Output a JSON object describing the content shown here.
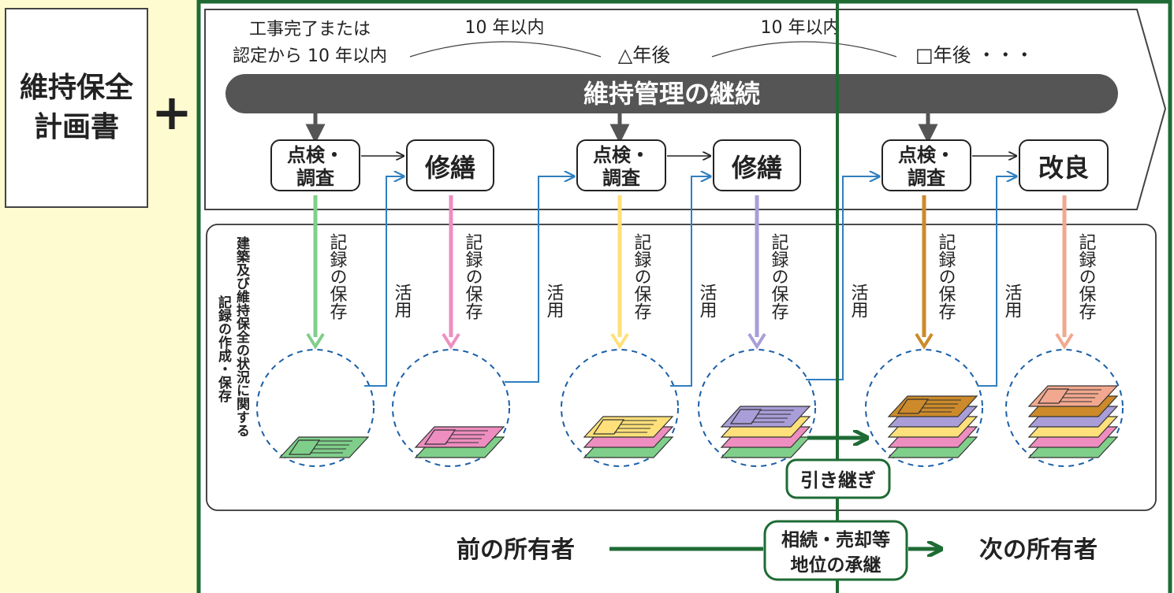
{
  "plan": {
    "line1": "維持保全",
    "line2": "計画書",
    "plus": "+"
  },
  "timeline": {
    "start_line1": "工事完了または",
    "start_line2": "認定から 10 年以内",
    "interval1": "10 年以内",
    "mid": "△年後",
    "interval2": "10 年以内",
    "end": "□年後 ・・・"
  },
  "banner": "維持管理の継続",
  "steps": [
    {
      "line1": "点検・",
      "line2": "調査"
    },
    {
      "line1": "修繕",
      "line2": ""
    },
    {
      "line1": "点検・",
      "line2": "調査"
    },
    {
      "line1": "修繕",
      "line2": ""
    },
    {
      "line1": "点検・",
      "line2": "調査"
    },
    {
      "line1": "改良",
      "line2": ""
    }
  ],
  "record_label": "記録の保存",
  "use_label": "活用",
  "side_label": {
    "col1": "建築及び維持保全の状況に関する",
    "col2": "記録の作成・保存"
  },
  "handover": "引き継ぎ",
  "ownership": {
    "prev": "前の所有者",
    "transfer_line1": "相続・売却等",
    "transfer_line2": "地位の承継",
    "next": "次の所有者"
  },
  "colors": {
    "background_left": "#fffbd0",
    "frame_green": "#1e6b34",
    "banner": "#555555",
    "dashed_blue": "#1a5fa8",
    "use_arrow": "#2f7fc0",
    "record_colors": [
      "#7fcf8a",
      "#ee8ec0",
      "#ffe07a",
      "#a99ed8",
      "#cc8a2a",
      "#f2a88e"
    ]
  }
}
